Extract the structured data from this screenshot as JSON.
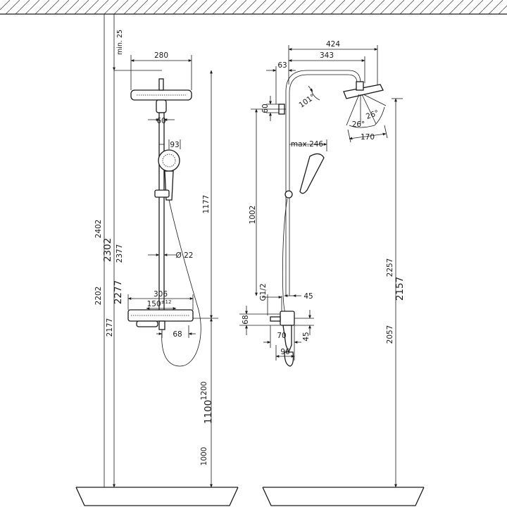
{
  "front_view": {
    "min_clearance": "min. 25",
    "head_width": "280",
    "arm_width": "60",
    "hand_offset": "93",
    "rail_length": "1177",
    "pipe_diameter": "Ø 22",
    "thermostat_width": "306",
    "inlet_spacing": "150",
    "inlet_tolerance": "±12",
    "outlet_offset": "68",
    "height_outer_low": "2202",
    "height_outer_high": "2402",
    "height_outer_main": "2302",
    "height_inner_low": "2177",
    "height_inner_high": "2377",
    "height_inner_main": "2277",
    "mount_low": "1000",
    "mount_high": "1200",
    "mount_main": "1100"
  },
  "side_view": {
    "arm_reach": "424",
    "arm_length": "343",
    "wall_offset": "63",
    "bracket_height": "60",
    "arm_angle": "101°",
    "head_tilt_a": "26°",
    "head_tilt_b": "26°",
    "head_depth": "170",
    "max_handshower": "max.246",
    "rail_height": "1002",
    "thread": "G1/2",
    "inlet_depth": "45",
    "valve_height": "68",
    "body_depth": "70",
    "body_height": "45",
    "spout_depth": "96",
    "head_height_low": "2057",
    "head_height_high": "2257",
    "head_height_main": "2157"
  }
}
